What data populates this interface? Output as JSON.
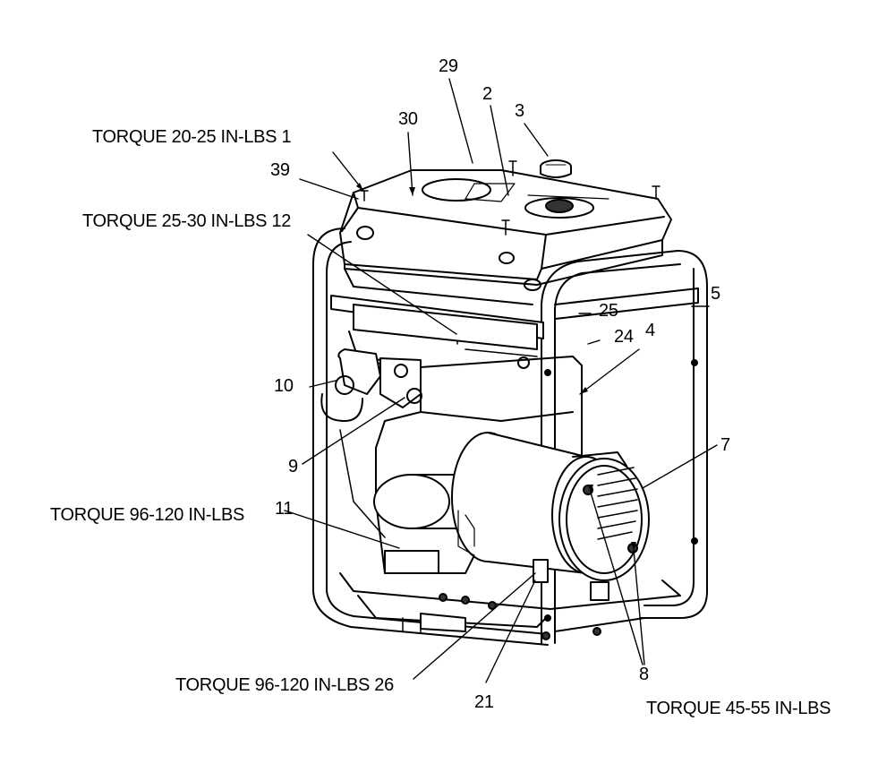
{
  "labels": {
    "p1": "TORQUE 20-25 IN-LBS 1",
    "p39": "39",
    "p30": "30",
    "p29": "29",
    "p2": "2",
    "p3": "3",
    "p12": "TORQUE 25-30 IN-LBS 12",
    "p5": "5",
    "p25": "25",
    "p24": "24",
    "p4": "4",
    "p10": "10",
    "p9": "9",
    "p7": "7",
    "p11_torque": "TORQUE 96-120 IN-LBS",
    "p11": "11",
    "p26": "TORQUE 96-120 IN-LBS 26",
    "p21": "21",
    "p8": "8",
    "p8_torque": "TORQUE 45-55 IN-LBS"
  }
}
